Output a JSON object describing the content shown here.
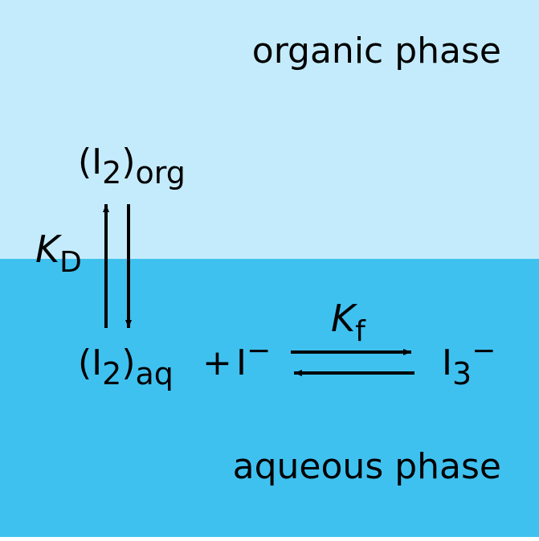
{
  "colors": {
    "organic_phase": "#c4ebfb",
    "aqueous_phase": "#3fc1f0",
    "stroke": "#000000"
  },
  "labels": {
    "organic_phase": "organic phase",
    "aqueous_phase": "aqueous phase"
  },
  "species": {
    "i2_org": {
      "paren_open": "(I",
      "subscript_2": "2",
      "paren_close": ")",
      "phase": "org"
    },
    "i2_aq": {
      "paren_open": "(I",
      "subscript_2": "2",
      "paren_close": ")",
      "phase": "aq"
    },
    "plus_sign": "+",
    "iodide": {
      "symbol": "I",
      "charge": "−"
    },
    "triiodide": {
      "symbol": "I",
      "subscript": "3",
      "charge": "−"
    }
  },
  "constants": {
    "distribution": {
      "symbol": "K",
      "subscript": "D"
    },
    "formation": {
      "symbol": "K",
      "subscript": "f"
    }
  }
}
